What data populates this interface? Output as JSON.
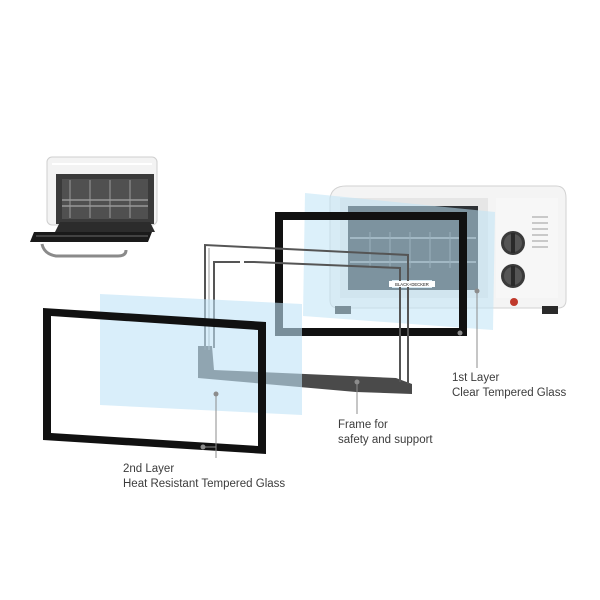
{
  "labels": {
    "first_layer": {
      "line1": "1st Layer",
      "line2": "Clear Tempered Glass"
    },
    "frame": {
      "line1": "Frame for",
      "line2": "safety and support"
    },
    "second_layer": {
      "line1": "2nd Layer",
      "line2": "Heat Resistant Tempered Glass"
    }
  },
  "brand_badge": "BLACK+DECKER",
  "colors": {
    "background": "#ffffff",
    "glass_tint": "#bfe3f6",
    "glass_frame": "#111111",
    "support_frame": "#4a4a4a",
    "oven_body": "#f4f4f4",
    "leader_line": "#8c8c8c",
    "label_text": "#3c3c3c"
  }
}
